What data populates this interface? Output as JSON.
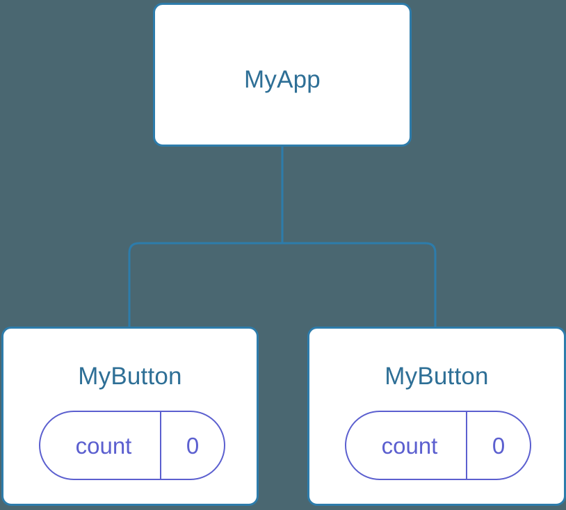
{
  "diagram": {
    "type": "component-tree",
    "background_color": "#4a6771",
    "node_border_color": "#2d7cab",
    "node_text_color": "#2e6f96",
    "state_accent_color": "#5b5fcf",
    "connector_color": "#2d7cab",
    "root": {
      "name": "root-node",
      "title": "MyApp"
    },
    "children": [
      {
        "name": "child-node-left",
        "title": "MyButton",
        "state": {
          "key": "count",
          "value": "0"
        }
      },
      {
        "name": "child-node-right",
        "title": "MyButton",
        "state": {
          "key": "count",
          "value": "0"
        }
      }
    ]
  }
}
